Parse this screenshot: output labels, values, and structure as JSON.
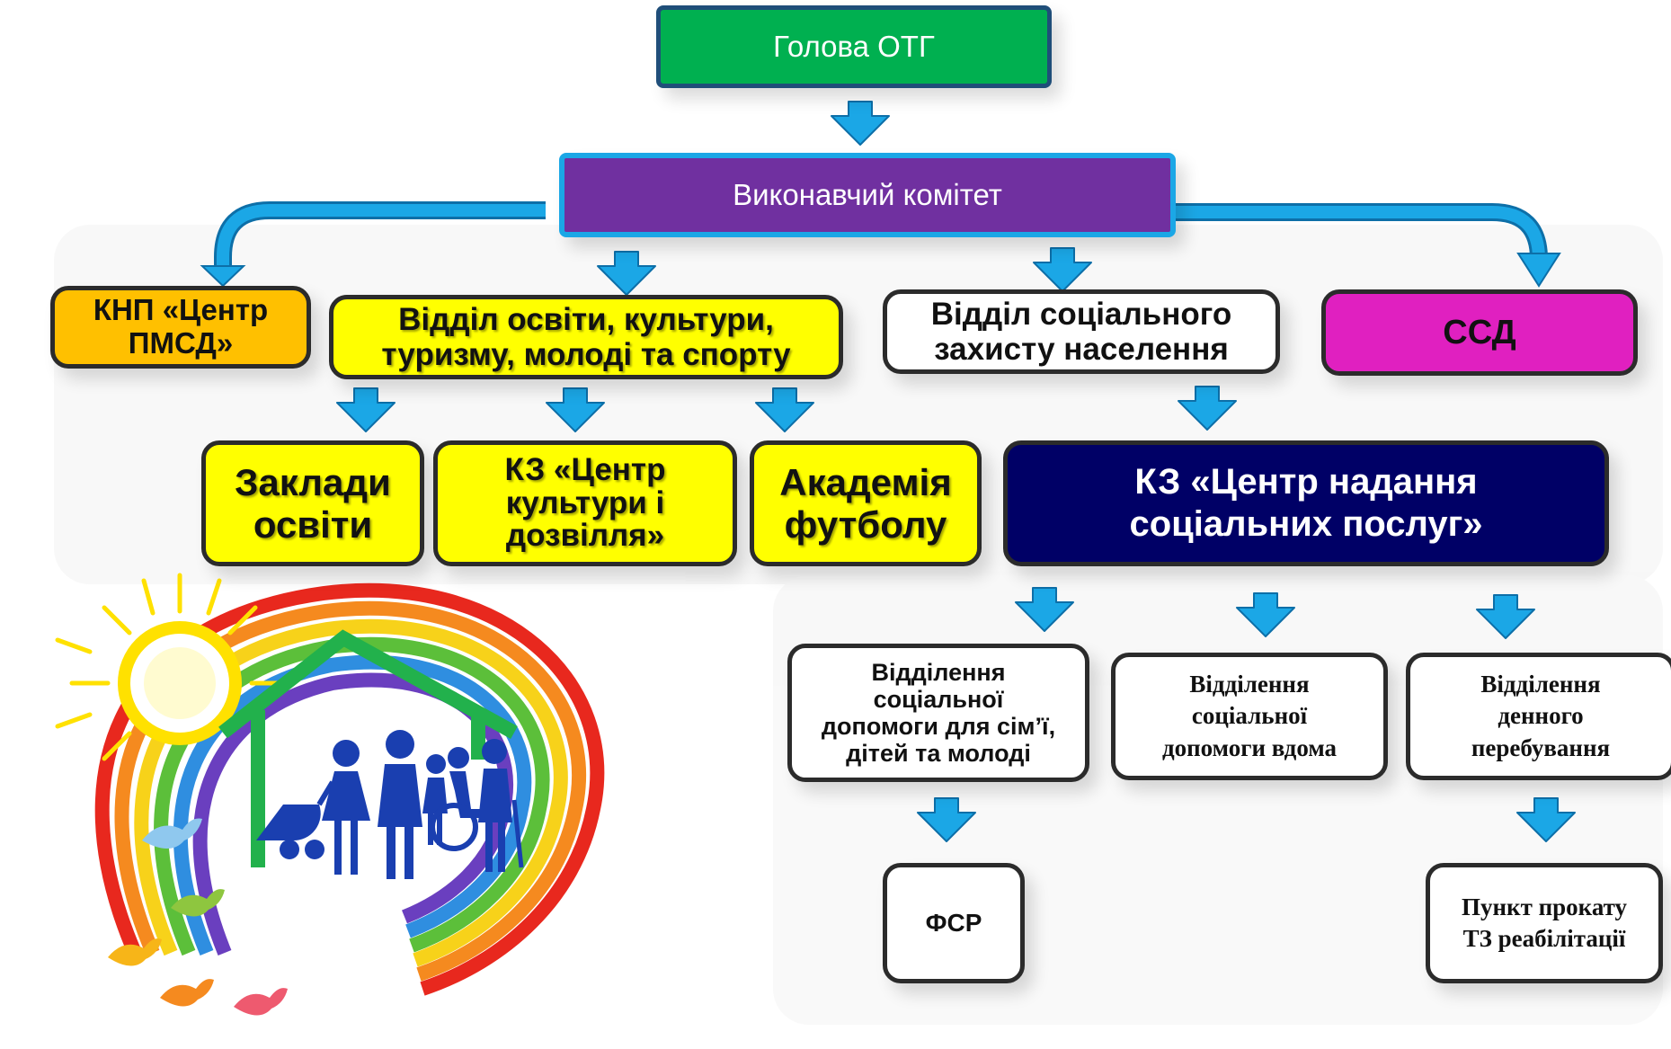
{
  "head": {
    "label": "Голова ОТГ",
    "color": "#00b050"
  },
  "executive": {
    "label": "Виконавчий комітет",
    "color": "#7030a0"
  },
  "level2": {
    "knp": {
      "label": "КНП «Центр\nПМСД»",
      "color": "#ffc000"
    },
    "education": {
      "label": "Відділ освіти, культури,\nтуризму, молоді та спорту",
      "color": "#ffff00"
    },
    "social_dept": {
      "label": "Відділ соціального\nзахисту населення",
      "color": "#ffffff"
    },
    "ssd": {
      "label": "ССД",
      "color": "#e020c0"
    }
  },
  "level3": {
    "schools": {
      "label": "Заклади\nосвіти",
      "color": "#ffff00"
    },
    "culture": {
      "label": "КЗ «Центр\nкультури і\nдозвілля»",
      "color": "#ffff00"
    },
    "football": {
      "label": "Академія\nфутболу",
      "color": "#ffff00"
    },
    "social_center": {
      "label": "КЗ  «Центр надання\nсоціальних послуг»",
      "color": "#000066"
    }
  },
  "level4": {
    "family": {
      "label": "Відділення\nсоціальної\nдопомоги для сім’ї,\nдітей та молоді"
    },
    "home": {
      "label": "Відділення\nсоціальної\nдопомоги вдома"
    },
    "day": {
      "label": "Відділення\nденного\nперебування"
    }
  },
  "level5": {
    "fsr": {
      "label": "ФСР"
    },
    "rental": {
      "label": "Пункт прокату\nТЗ реабілітації"
    }
  },
  "colors": {
    "arrow": "#1ba7e6",
    "arrow_outline": "#0d6fa8",
    "border": "#2b2b2b"
  },
  "illustration": {
    "icons": [
      "sun-icon",
      "rainbow-icon",
      "house-icon",
      "family-icon",
      "bird-icon"
    ]
  }
}
